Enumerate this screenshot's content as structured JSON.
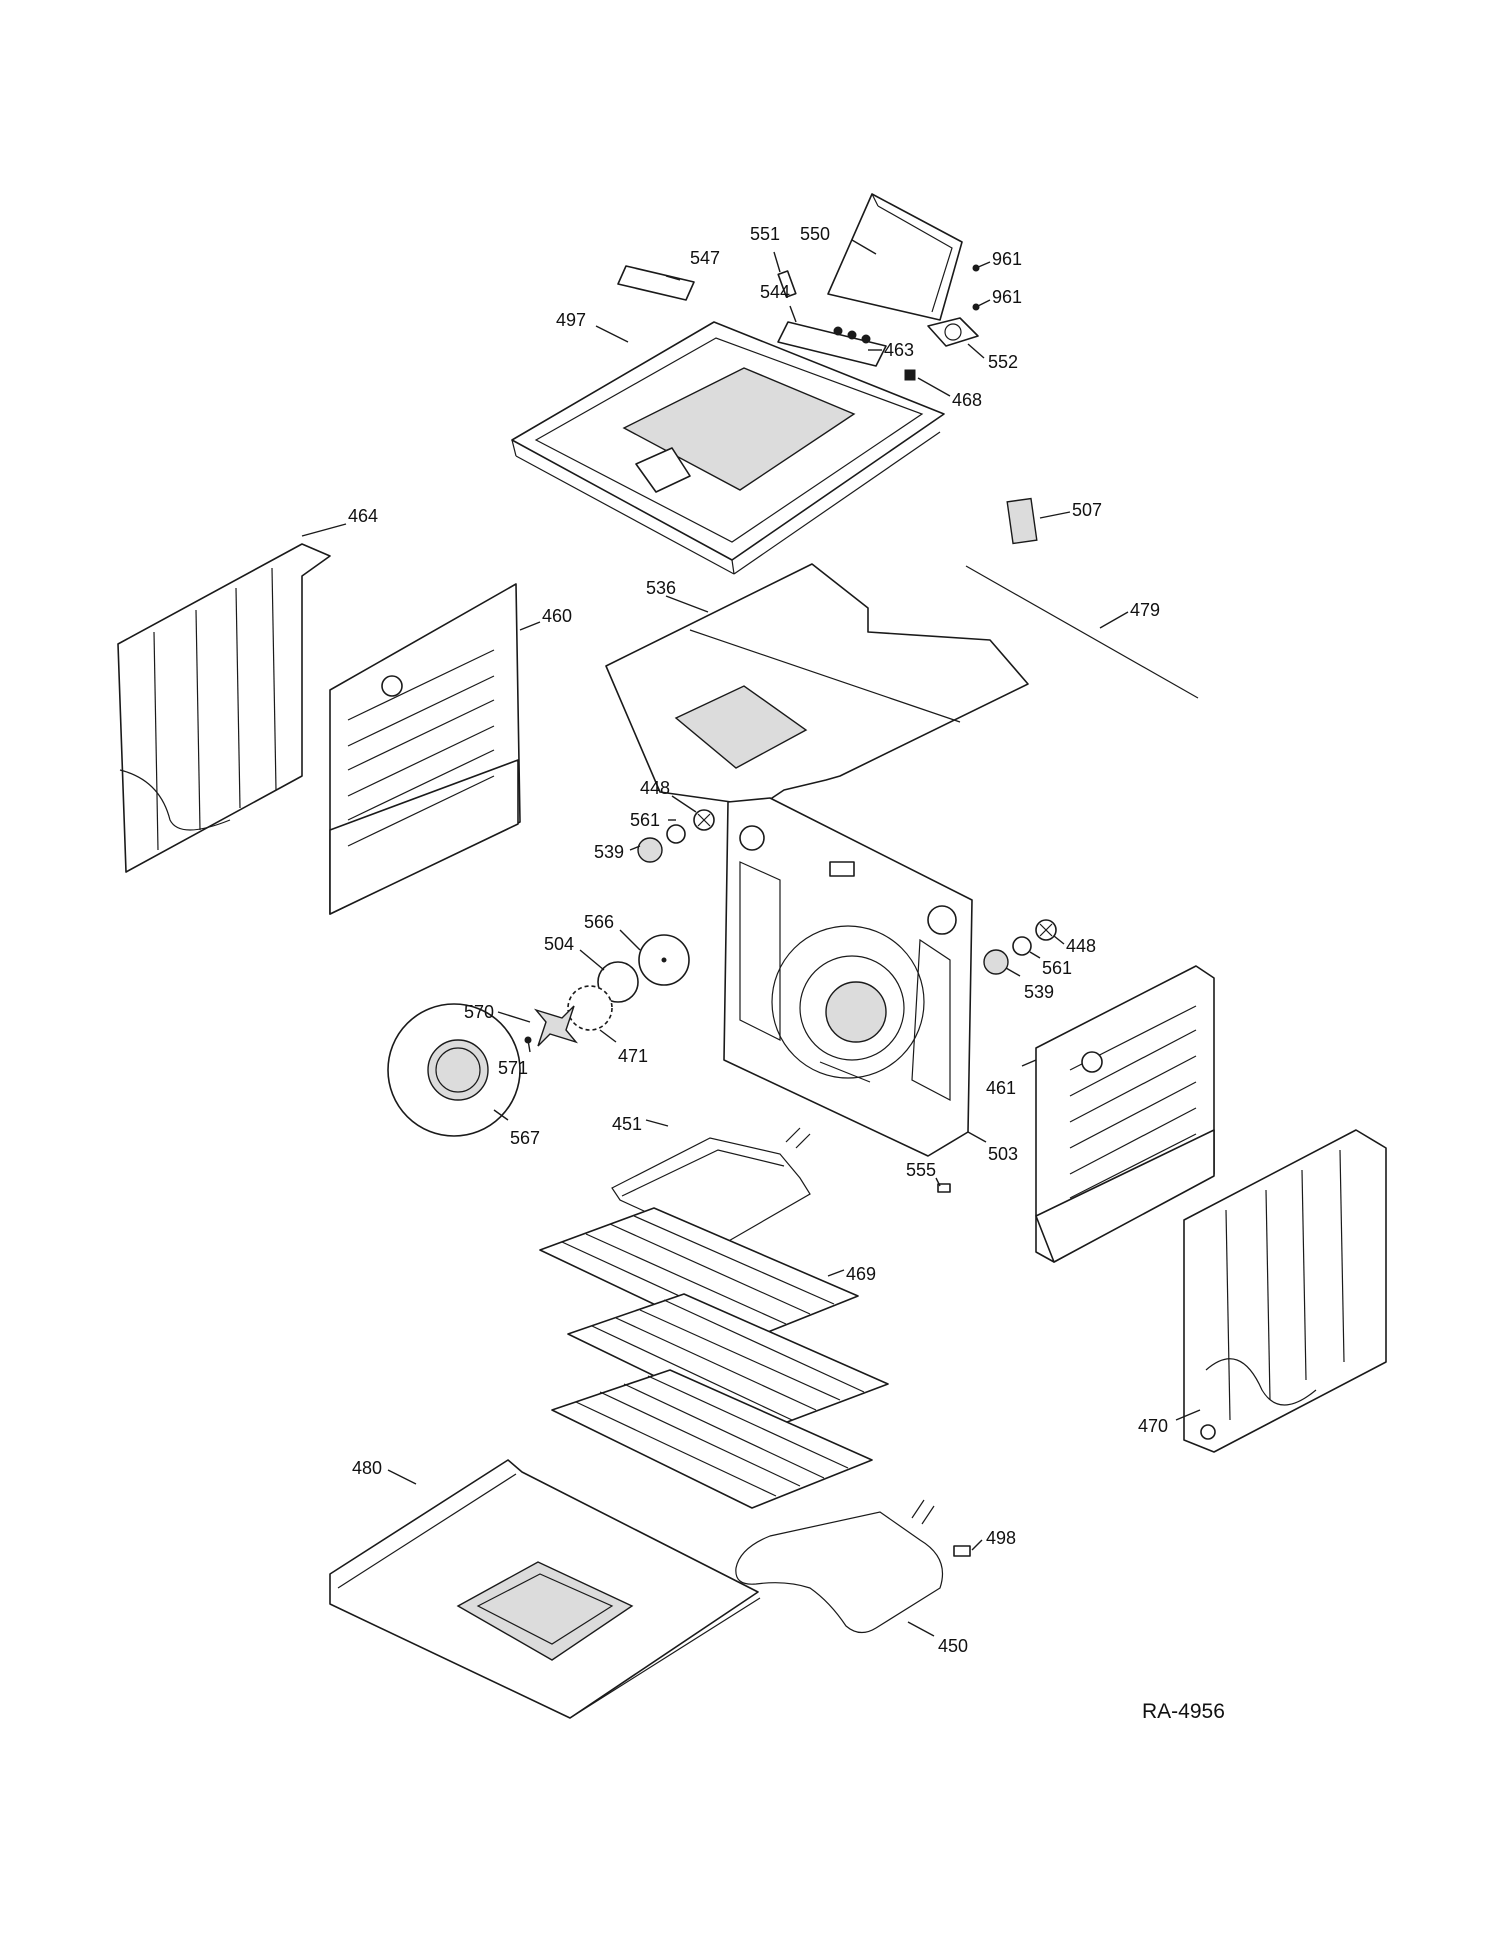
{
  "figure_code": "RA-4956",
  "parts": [
    {
      "id": "p547",
      "label": "547"
    },
    {
      "id": "p551",
      "label": "551"
    },
    {
      "id": "p550",
      "label": "550"
    },
    {
      "id": "p961a",
      "label": "961"
    },
    {
      "id": "p961b",
      "label": "961"
    },
    {
      "id": "p544",
      "label": "544"
    },
    {
      "id": "p497",
      "label": "497"
    },
    {
      "id": "p463",
      "label": "463"
    },
    {
      "id": "p552",
      "label": "552"
    },
    {
      "id": "p468",
      "label": "468"
    },
    {
      "id": "p464",
      "label": "464"
    },
    {
      "id": "p507",
      "label": "507"
    },
    {
      "id": "p460",
      "label": "460"
    },
    {
      "id": "p536",
      "label": "536"
    },
    {
      "id": "p479",
      "label": "479"
    },
    {
      "id": "p448a",
      "label": "448"
    },
    {
      "id": "p561a",
      "label": "561"
    },
    {
      "id": "p539a",
      "label": "539"
    },
    {
      "id": "p566",
      "label": "566"
    },
    {
      "id": "p504",
      "label": "504"
    },
    {
      "id": "p448b",
      "label": "448"
    },
    {
      "id": "p561b",
      "label": "561"
    },
    {
      "id": "p539b",
      "label": "539"
    },
    {
      "id": "p570",
      "label": "570"
    },
    {
      "id": "p471",
      "label": "471"
    },
    {
      "id": "p571",
      "label": "571"
    },
    {
      "id": "p461",
      "label": "461"
    },
    {
      "id": "p567",
      "label": "567"
    },
    {
      "id": "p451",
      "label": "451"
    },
    {
      "id": "p503",
      "label": "503"
    },
    {
      "id": "p555",
      "label": "555"
    },
    {
      "id": "p469",
      "label": "469"
    },
    {
      "id": "p470",
      "label": "470"
    },
    {
      "id": "p480",
      "label": "480"
    },
    {
      "id": "p498",
      "label": "498"
    },
    {
      "id": "p450",
      "label": "450"
    }
  ]
}
